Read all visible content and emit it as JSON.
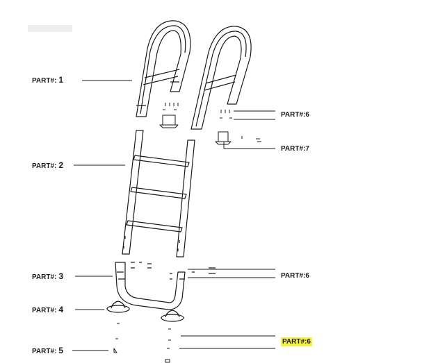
{
  "labels": {
    "part1": {
      "prefix": "PART#:",
      "num": "1"
    },
    "part2": {
      "prefix": "PART#:",
      "num": "2"
    },
    "part3": {
      "prefix": "PART#:",
      "num": "3"
    },
    "part4": {
      "prefix": "PART#:",
      "num": "4"
    },
    "part5": {
      "prefix": "PART#:",
      "num": "5"
    },
    "part6_top": "PART#:6",
    "part7": "PART#:7",
    "part6_mid": "PART#:6",
    "part6_bottom": "PART#:6"
  },
  "colors": {
    "ink": "#1a1a1a",
    "highlight": "#f7f23a",
    "background": "#ffffff"
  }
}
